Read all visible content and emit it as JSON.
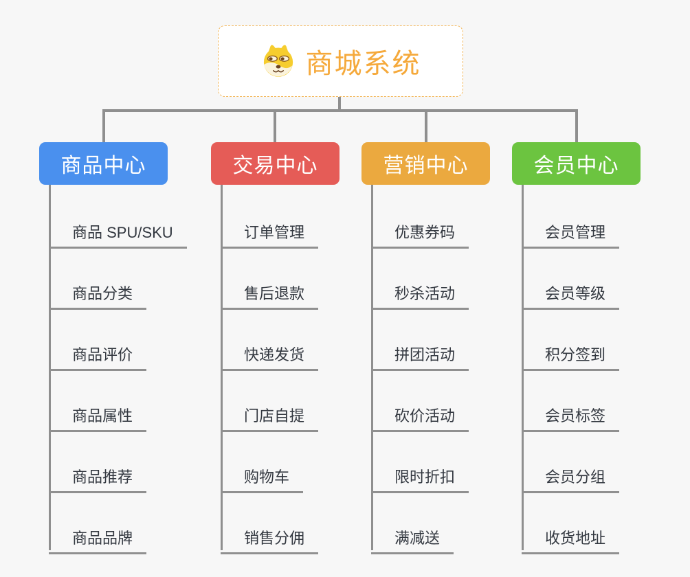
{
  "root": {
    "title": "商城系统",
    "icon": "doge-icon",
    "title_color": "#f5a93b",
    "border_color": "#f3b95f"
  },
  "connector_color": "#8f8f8f",
  "background_color": "#f7f7f7",
  "branches": [
    {
      "label": "商品中心",
      "color": "#4a90ee",
      "children": [
        "商品 SPU/SKU",
        "商品分类",
        "商品评价",
        "商品属性",
        "商品推荐",
        "商品品牌"
      ]
    },
    {
      "label": "交易中心",
      "color": "#e55c57",
      "children": [
        "订单管理",
        "售后退款",
        "快递发货",
        "门店自提",
        "购物车",
        "销售分佣"
      ]
    },
    {
      "label": "营销中心",
      "color": "#eba93f",
      "children": [
        "优惠券码",
        "秒杀活动",
        "拼团活动",
        "砍价活动",
        "限时折扣",
        "满减送"
      ]
    },
    {
      "label": "会员中心",
      "color": "#6cc440",
      "children": [
        "会员管理",
        "会员等级",
        "积分签到",
        "会员标签",
        "会员分组",
        "收货地址"
      ]
    }
  ]
}
